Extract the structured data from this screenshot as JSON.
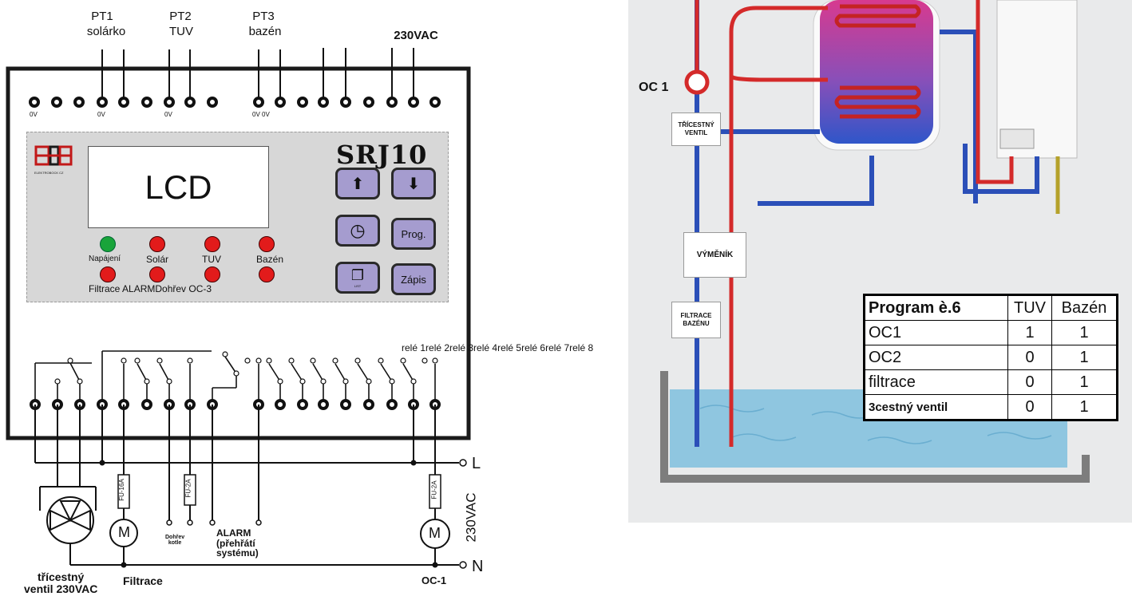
{
  "top_labels": {
    "pt1": "PT1",
    "pt1_sub": "solárko",
    "pt2": "PT2",
    "pt2_sub": "TUV",
    "pt3": "PT3",
    "pt3_sub": "bazén",
    "supply": "230VAC"
  },
  "terminal_labels": {
    "t1": "0V",
    "t4": "0V",
    "t7": "0V",
    "t11": "0V 0V"
  },
  "controller": {
    "lcd": "LCD",
    "model": "SRJ10",
    "logo_text": "ELEKTROBOCK CZ",
    "buttons": {
      "up": "⬆",
      "down": "⬇",
      "clock": "◷",
      "prog": "Prog.",
      "list": "❐",
      "list_sub": "LIST",
      "write": "Zápis"
    },
    "leds": {
      "power": "Napájení",
      "solar": "Solár",
      "tuv": "TUV",
      "pool": "Bazén",
      "row2": "Filtrace ALARMDohřev OC-3"
    }
  },
  "relay_labels": "relé 1relé 2relé 3relé 4relé 5relé 6relé 7relé 8",
  "bottom": {
    "line_L": "L",
    "line_N": "N",
    "supply_vertical": "230VAC",
    "fuse1": "FU-16A",
    "fuse2": "FU-2A",
    "fuse3": "FU-2A",
    "motor": "M",
    "valve": "třícestný\nventil 230VAC",
    "filtration": "Filtrace",
    "reheat": "Dohřev\nkotle",
    "alarm": "ALARM\n(přehřátí\nsystému)",
    "oc1": "OC-1"
  },
  "hydraulic": {
    "oc1": "OC 1",
    "valve_tag": "TŘÍCESTNÝ\nVENTIL",
    "exchanger_tag": "VÝMĚNÍK",
    "filter_tag": "FILTRACE\nBAZÉNU"
  },
  "program_table": {
    "headers": [
      "Program è.6",
      "TUV",
      "Bazén"
    ],
    "rows": [
      [
        "OC1",
        "1",
        "1"
      ],
      [
        "OC2",
        "0",
        "1"
      ],
      [
        "filtrace",
        "0",
        "1"
      ],
      [
        "3cestný ventil",
        "0",
        "1"
      ]
    ]
  },
  "colors": {
    "led_red": "#e21b1b",
    "led_green": "#19a43a",
    "button": "#a59ccf",
    "pipe_red": "#d42a2a",
    "pipe_blue": "#2b4fb8",
    "water": "#8fc6e0"
  }
}
